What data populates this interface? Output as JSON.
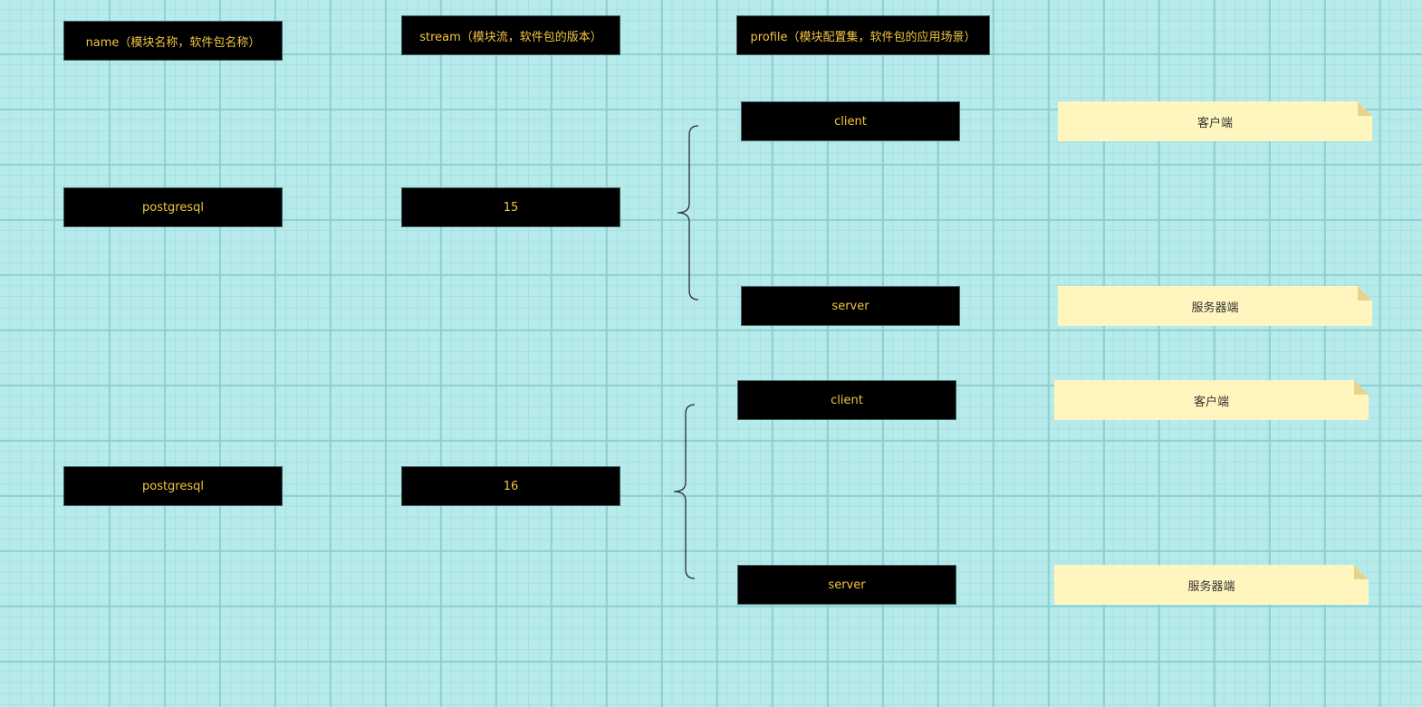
{
  "headers": {
    "name": "name（模块名称，软件包名称）",
    "stream": "stream（模块流，软件包的版本）",
    "profile": "profile（模块配置集，软件包的应用场景）"
  },
  "groups": [
    {
      "name": "postgresql",
      "stream": "15",
      "profiles": [
        {
          "label": "client",
          "note": "客户端"
        },
        {
          "label": "server",
          "note": "服务器端"
        }
      ]
    },
    {
      "name": "postgresql",
      "stream": "16",
      "profiles": [
        {
          "label": "client",
          "note": "客户端"
        },
        {
          "label": "server",
          "note": "服务器端"
        }
      ]
    }
  ],
  "colors": {
    "background": "#b7ebeb",
    "box_fill": "#000000",
    "box_text": "#f2c541",
    "note_fill": "#fff5bf"
  }
}
